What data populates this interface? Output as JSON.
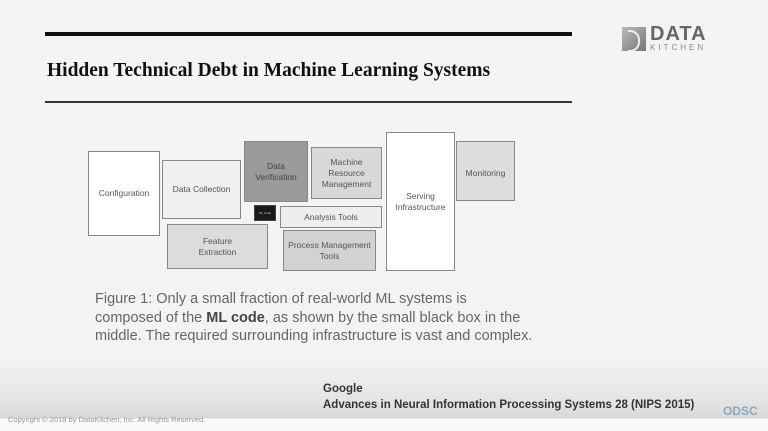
{
  "slide": {
    "title": "Hidden Technical Debt in Machine Learning Systems",
    "logo": {
      "line1": "DATA",
      "line2": "KITCHEN"
    },
    "boxes": {
      "configuration": "Configuration",
      "data_collection": "Data Collection",
      "data_verification": "Data Verification",
      "machine_resource": "Machine Resource Management",
      "ml_code": "ML Code",
      "analysis_tools": "Analysis Tools",
      "feature_extraction": "Feature Extraction",
      "process_mgmt": "Process Management Tools",
      "serving": "Serving Infrastructure",
      "monitoring": "Monitoring"
    },
    "caption": {
      "pre": "Figure 1: Only a small fraction of real-world ML systems is composed of the ",
      "bold": "ML code",
      "post": ", as shown by the small black box in the middle. The required surrounding infrastructure is vast and complex."
    },
    "source": {
      "org": "Google",
      "venue": "Advances in Neural Information Processing Systems 28 (NIPS 2015)"
    },
    "copyright": "Copyright © 2018 by DataKitchen, Inc. All Rights Reserved.",
    "badge": "ODSC"
  }
}
